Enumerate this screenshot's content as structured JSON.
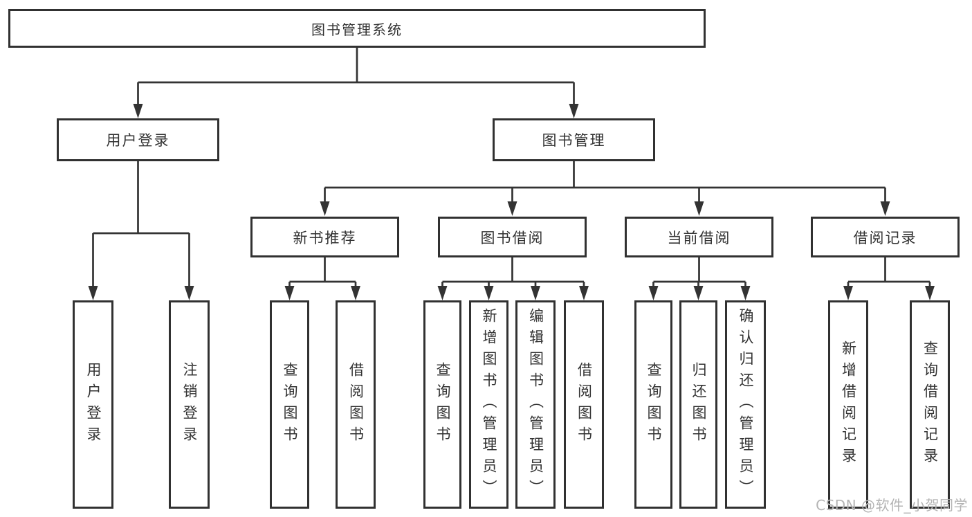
{
  "colors": {
    "line": "#333333",
    "box_border": "#313131",
    "text": "#333333",
    "background": "#ffffff",
    "watermark": "#b4b4b4"
  },
  "tree": {
    "label": "图书管理系统",
    "children": [
      {
        "label": "用户登录",
        "children": [
          {
            "label": "用户登录"
          },
          {
            "label": "注销登录"
          }
        ]
      },
      {
        "label": "图书管理",
        "children": [
          {
            "label": "新书推荐",
            "children": [
              {
                "label": "查询图书"
              },
              {
                "label": "借阅图书"
              }
            ]
          },
          {
            "label": "图书借阅",
            "children": [
              {
                "label": "查询图书"
              },
              {
                "label": "新增图书（管理员）"
              },
              {
                "label": "编辑图书（管理员）"
              },
              {
                "label": "借阅图书"
              }
            ]
          },
          {
            "label": "当前借阅",
            "children": [
              {
                "label": "查询图书"
              },
              {
                "label": "归还图书"
              },
              {
                "label": "确认归还（管理员）"
              }
            ]
          },
          {
            "label": "借阅记录",
            "children": [
              {
                "label": "新增借阅记录"
              },
              {
                "label": "查询借阅记录"
              }
            ]
          }
        ]
      }
    ]
  },
  "watermark": {
    "text": "CSDN @软件_小贺同学"
  }
}
